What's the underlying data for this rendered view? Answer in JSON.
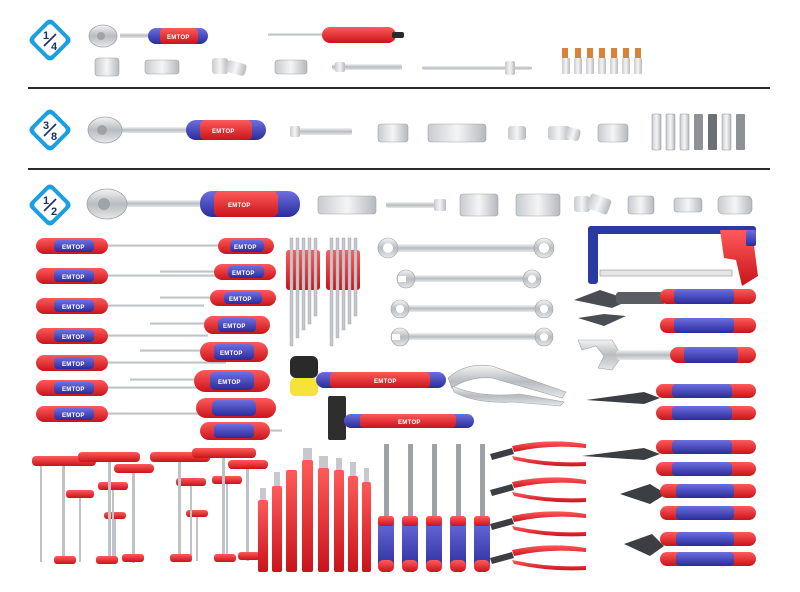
{
  "sections": [
    {
      "id": "quarter",
      "label_num": "1",
      "label_den": "4",
      "label_mark": "\""
    },
    {
      "id": "threeeighth",
      "label_num": "3",
      "label_den": "8",
      "label_mark": "\""
    },
    {
      "id": "half",
      "label_num": "1",
      "label_den": "2",
      "label_mark": "\""
    }
  ],
  "brand_text": "EMTOP",
  "colors": {
    "red": "#e8262c",
    "blue": "#3b3fb5",
    "chrome": "#d4d6d8",
    "badge_blue": "#1a9fe0",
    "divider": "#2b2b2b"
  },
  "icons": [
    "ratchet-icon",
    "screwdriver-icon",
    "socket-icon",
    "extension-bar-icon",
    "t-bar-icon",
    "bit-icon",
    "universal-joint-icon",
    "hex-key-icon",
    "combination-wrench-icon",
    "hammer-icon",
    "locking-pliers-icon",
    "hacksaw-icon",
    "water-pump-pliers-icon",
    "adjustable-wrench-icon",
    "long-nose-pliers-icon",
    "cutting-pliers-icon",
    "t-handle-hex-icon",
    "punch-chisel-icon",
    "file-icon",
    "circlip-pliers-icon"
  ]
}
